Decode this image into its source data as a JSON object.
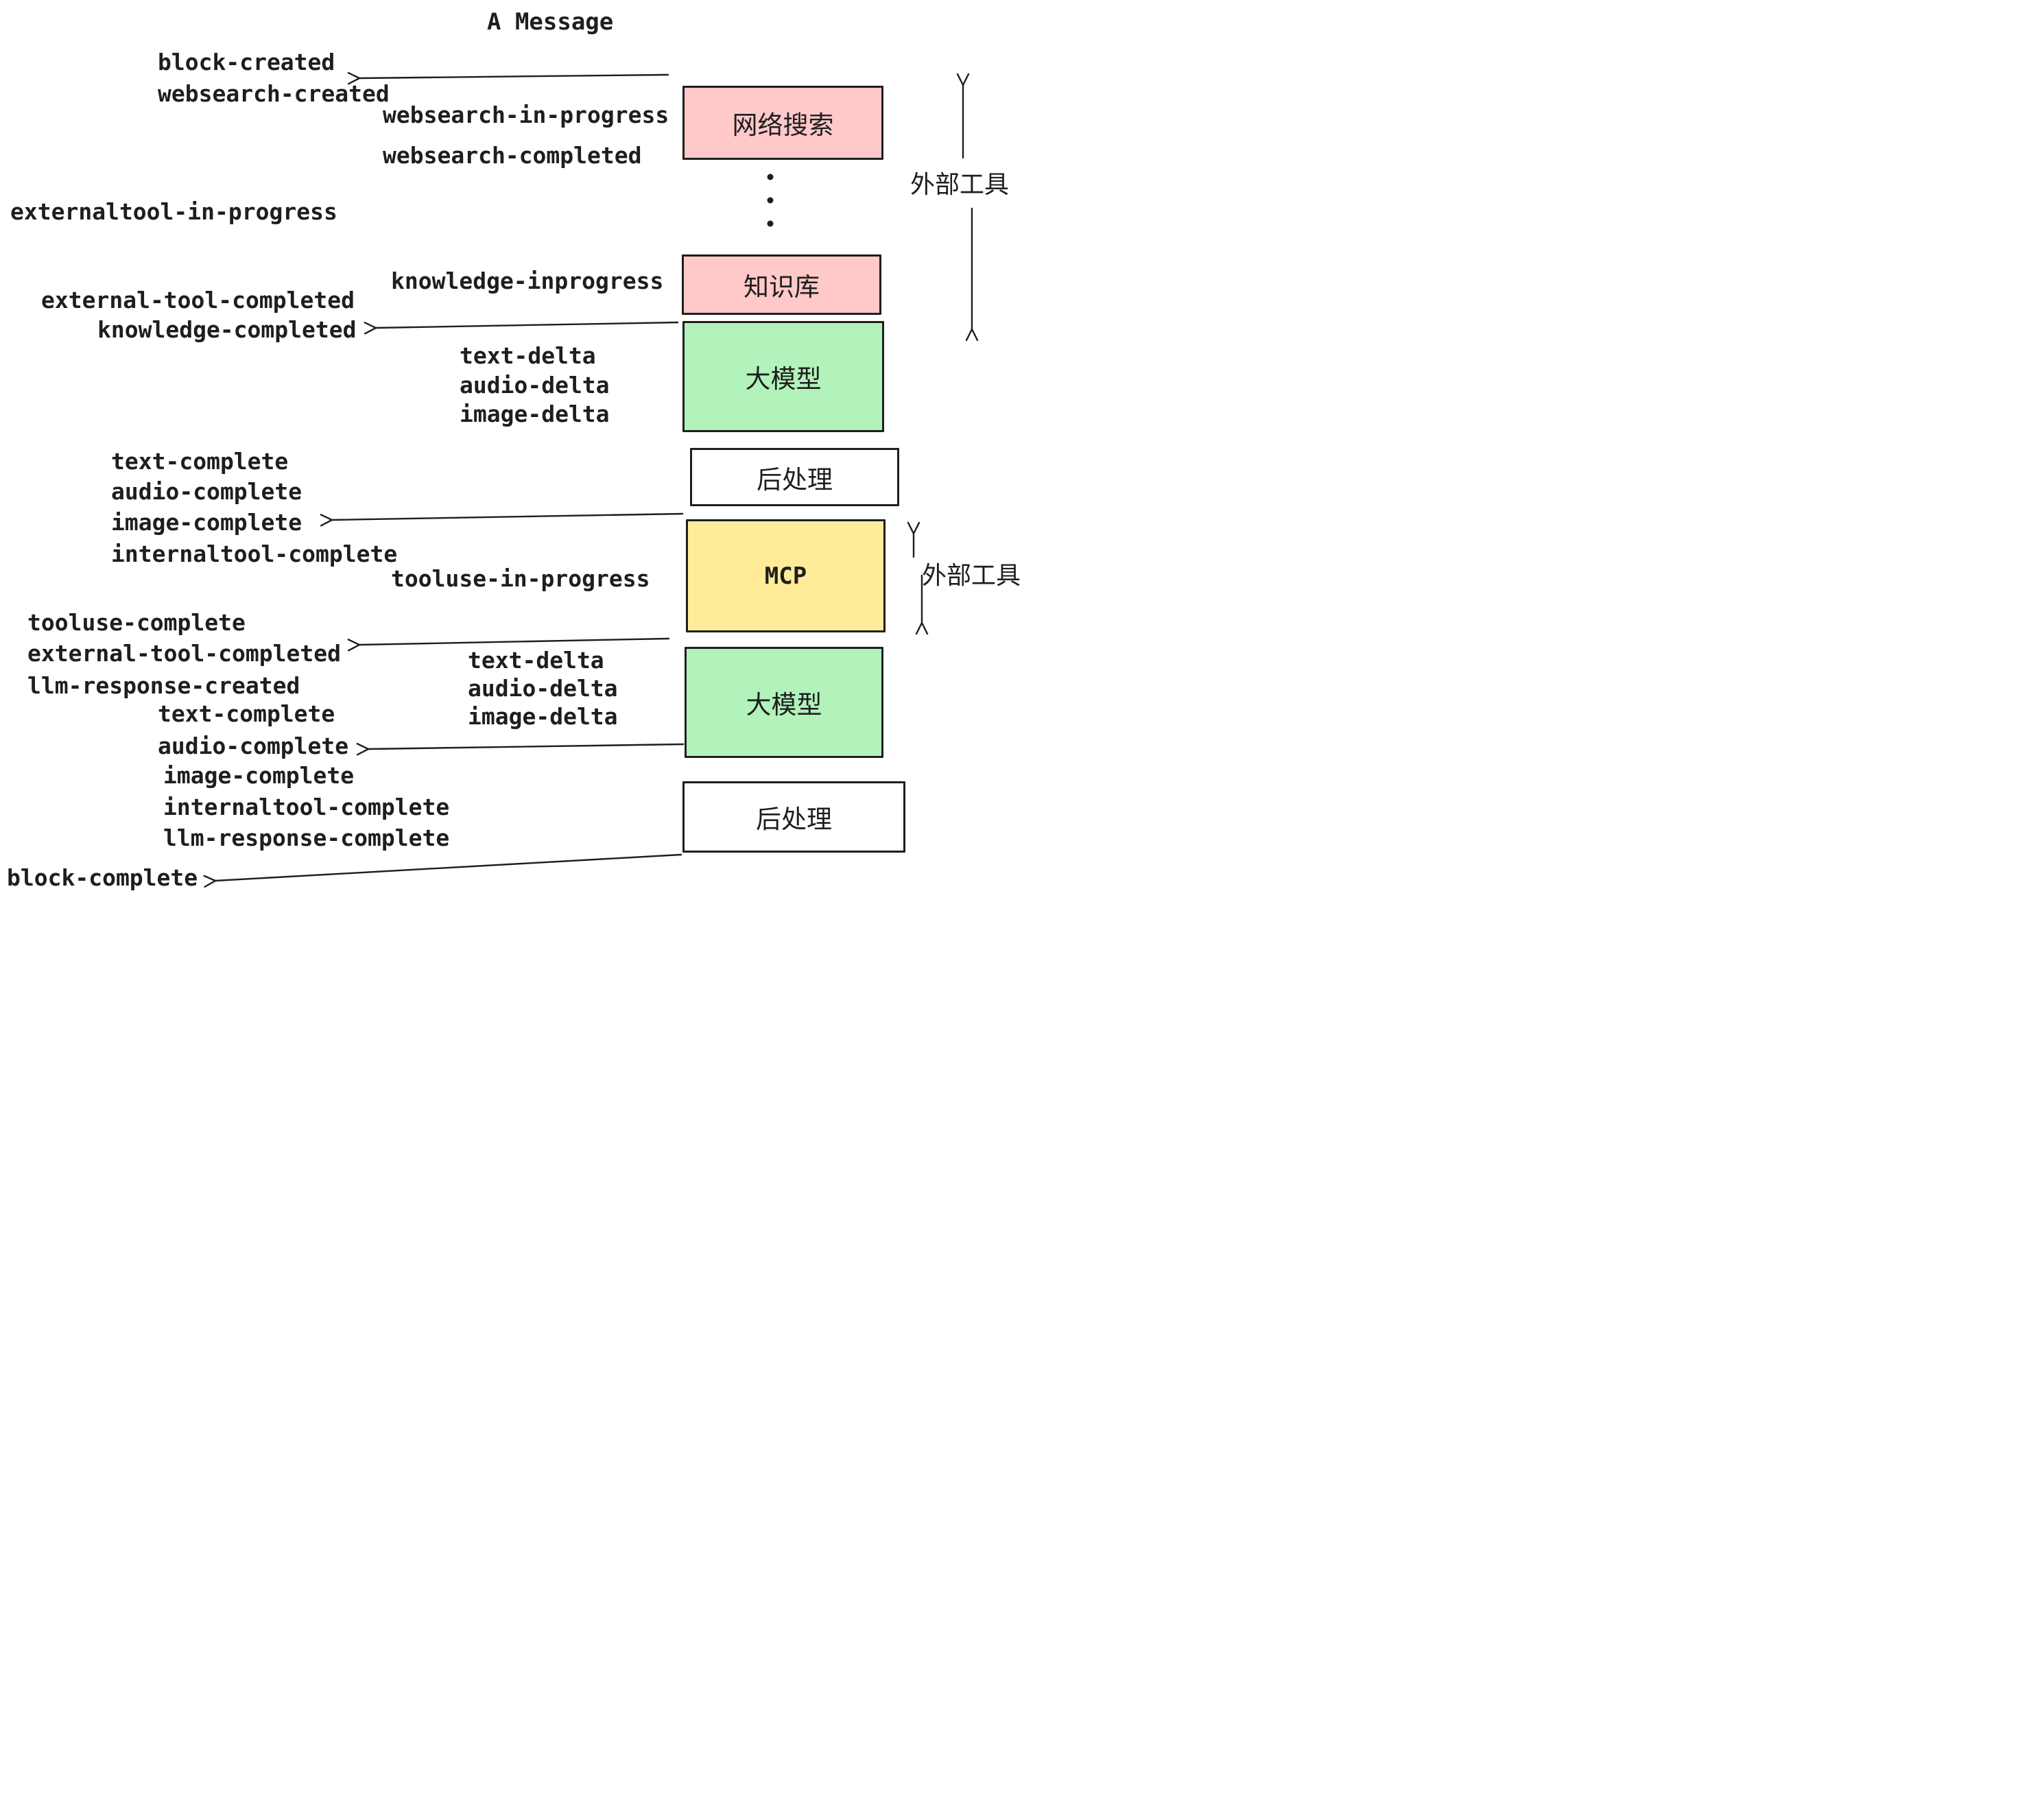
{
  "title": "A Message",
  "boxes": {
    "websearch": {
      "label": "网络搜索",
      "color": "#FFC9C9"
    },
    "knowledge": {
      "label": "知识库",
      "color": "#FFC9C9"
    },
    "llm1": {
      "label": "大模型",
      "color": "#B2F2BB"
    },
    "post1": {
      "label": "后处理",
      "color": "#FFFFFF"
    },
    "mcp": {
      "label": "MCP",
      "color": "#FFEC99"
    },
    "llm2": {
      "label": "大模型",
      "color": "#B2F2BB"
    },
    "post2": {
      "label": "后处理",
      "color": "#FFFFFF"
    }
  },
  "events": {
    "block_created": "block-created",
    "websearch_created": "websearch-created",
    "websearch_in_progress": "websearch-in-progress",
    "websearch_completed": "websearch-completed",
    "externaltool_in_progress": "externaltool-in-progress",
    "knowledge_inprogress": "knowledge-inprogress",
    "external_tool_completed_1": "external-tool-completed",
    "knowledge_completed": "knowledge-completed",
    "text_delta_1": "text-delta",
    "audio_delta_1": "audio-delta",
    "image_delta_1": "image-delta",
    "text_complete_1": "text-complete",
    "audio_complete_1": "audio-complete",
    "image_complete_1": "image-complete",
    "internaltool_complete_1": "internaltool-complete",
    "tooluse_in_progress": "tooluse-in-progress",
    "tooluse_complete": "tooluse-complete",
    "external_tool_completed_2": "external-tool-completed",
    "llm_response_created": "llm-response-created",
    "text_delta_2": "text-delta",
    "audio_delta_2": "audio-delta",
    "image_delta_2": "image-delta",
    "text_complete_2": "text-complete",
    "audio_complete_2": "audio-complete",
    "image_complete_2": "image-complete",
    "internaltool_complete_2": "internaltool-complete",
    "llm_response_complete": "llm-response-complete",
    "block_complete": "block-complete"
  },
  "annotations": {
    "external_tools_top": "外部工具",
    "external_tools_mcp": "外部工具"
  },
  "colors": {
    "stroke": "#1E1E1E",
    "background": "#FFFFFF",
    "box_pink": "#FFC9C9",
    "box_green": "#B2F2BB",
    "box_yellow": "#FFEC99",
    "box_white": "#FFFFFF"
  }
}
